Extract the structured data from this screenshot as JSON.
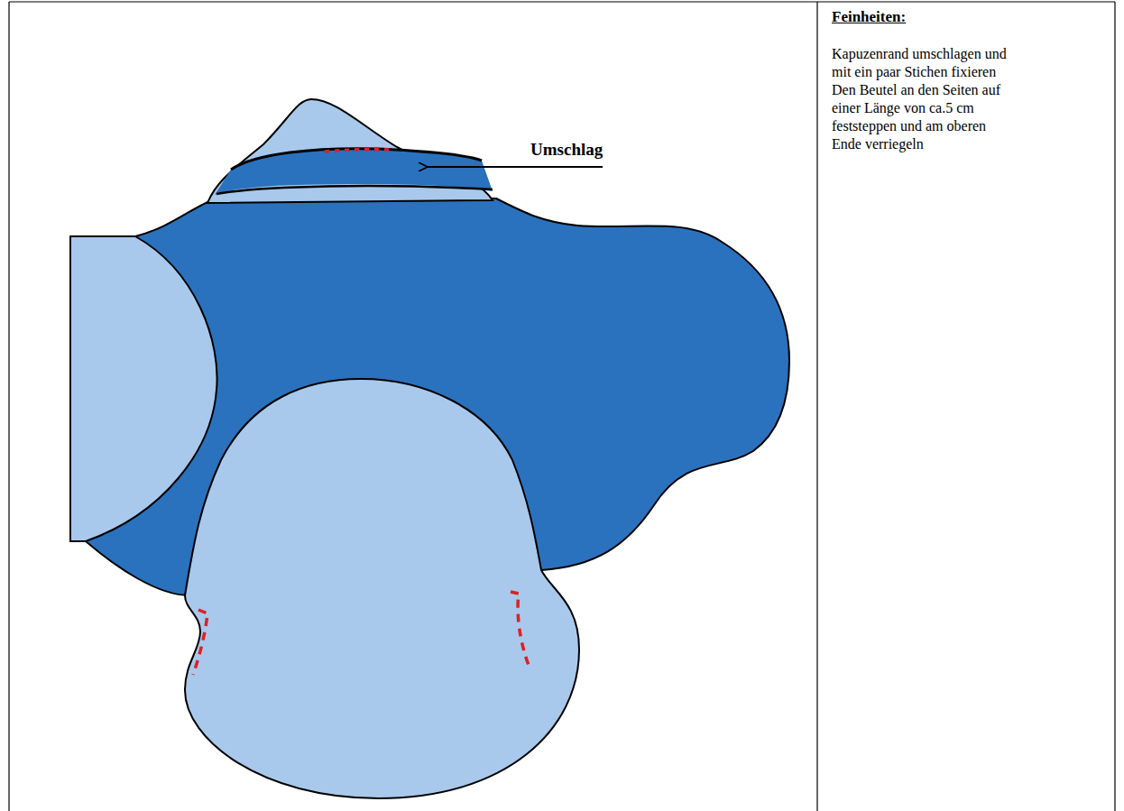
{
  "diagram": {
    "labels": [
      "Umschlag",
      "Feinheiten:",
      "Kapuzenrand umschlagen und mit ein paar Stichen fixieren",
      "Den Beutel an den Seiten auf einer Länge von ca.5 cm feststeppen und am oberen Ende verriegeln"
    ]
  }
}
